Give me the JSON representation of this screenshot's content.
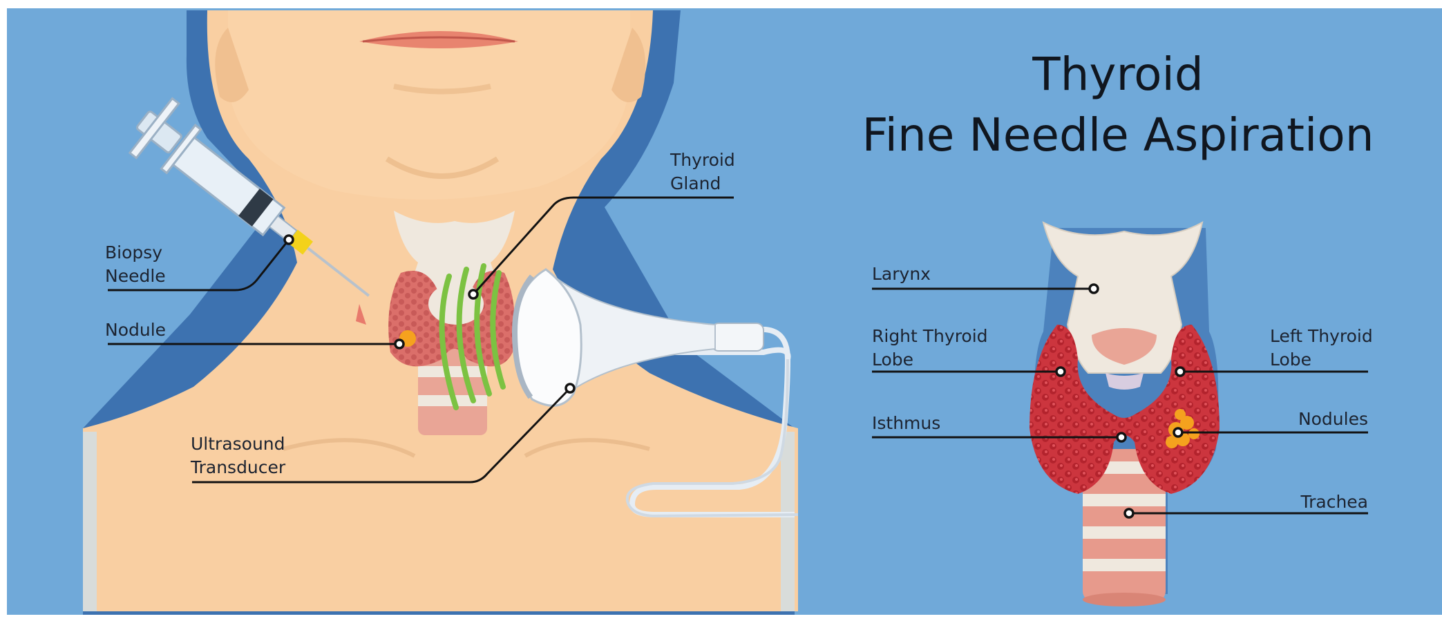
{
  "title": {
    "line1": "Thyroid",
    "line2": "Fine Needle Aspiration"
  },
  "left_labels": {
    "thyroid_gland_1": "Thyroid",
    "thyroid_gland_2": "Gland",
    "biopsy_needle_1": "Biopsy",
    "biopsy_needle_2": "Needle",
    "nodule": "Nodule",
    "ultrasound_1": "Ultrasound",
    "ultrasound_2": "Transducer"
  },
  "right_labels": {
    "larynx": "Larynx",
    "right_lobe_1": "Right Thyroid",
    "right_lobe_2": "Lobe",
    "left_lobe_1": "Left Thyroid",
    "left_lobe_2": "Lobe",
    "isthmus": "Isthmus",
    "nodules": "Nodules",
    "trachea": "Trachea"
  },
  "colors": {
    "background": "#70a9d9",
    "skin": "#f9cfa2",
    "thyroid": "#c9333c",
    "cartilage": "#ece7df",
    "nodule": "#f5a21e",
    "ultrasound_waves": "#7cc242"
  }
}
